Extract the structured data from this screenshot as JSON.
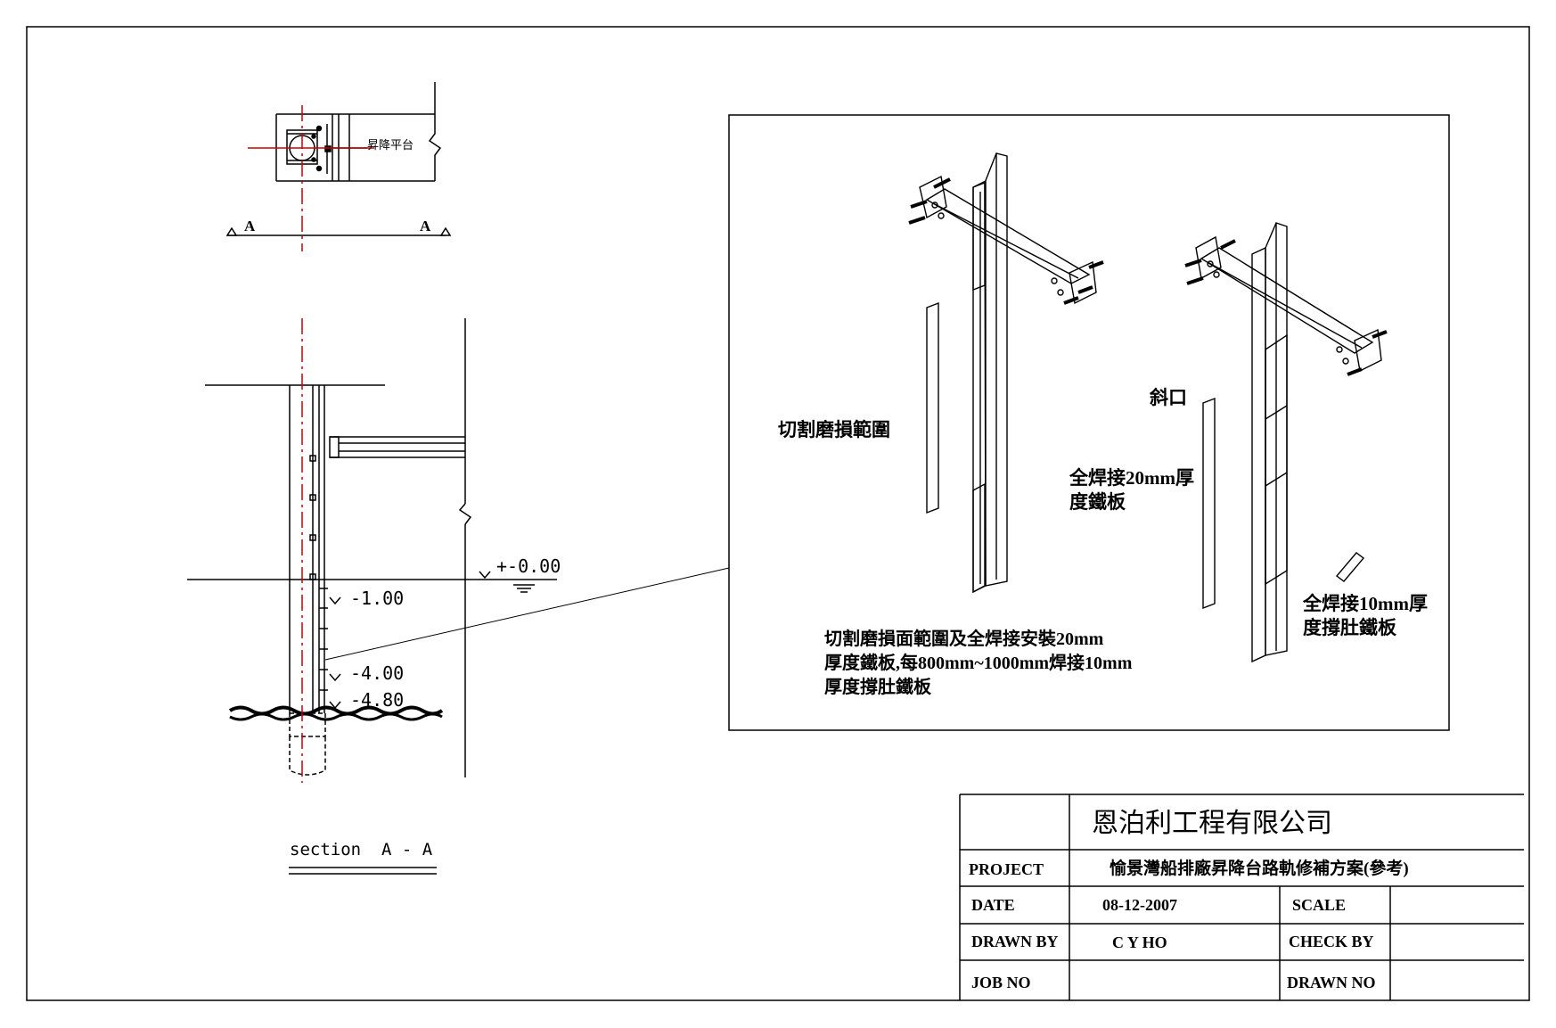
{
  "plan_view": {
    "platform_label": "昇降平台",
    "section_mark_left": "A",
    "section_mark_right": "A"
  },
  "section_view": {
    "levels": [
      "+-0.00",
      "-1.00",
      "-4.00",
      "-4.80"
    ],
    "title": "section  A - A"
  },
  "detail": {
    "label_cut_range": "切割磨損範圍",
    "label_bevel": "斜口",
    "label_plate_20": [
      "全焊接20mm厚",
      "度鐵板"
    ],
    "label_plate_10": [
      "全焊接10mm厚",
      "度撐肚鐵板"
    ],
    "note": [
      "切割磨損面範圍及全焊接安裝20mm",
      "厚度鐵板,每800mm~1000mm焊接10mm",
      "厚度撐肚鐵板"
    ]
  },
  "title_block": {
    "company": "恩泊利工程有限公司",
    "project_label": "PROJECT",
    "project_value": "愉景灣船排廠昇降台路軌修補方案(參考)",
    "date_label": "DATE",
    "date_value": "08-12-2007",
    "scale_label": "SCALE",
    "scale_value": "",
    "drawn_by_label": "DRAWN BY",
    "drawn_by_value": "C Y HO",
    "check_by_label": "CHECK BY",
    "check_by_value": "",
    "job_no_label": "JOB NO",
    "job_no_value": "",
    "drawn_no_label": "DRAWN NO",
    "drawn_no_value": ""
  },
  "colors": {
    "line": "#000000",
    "centerline": "#cc0000"
  }
}
